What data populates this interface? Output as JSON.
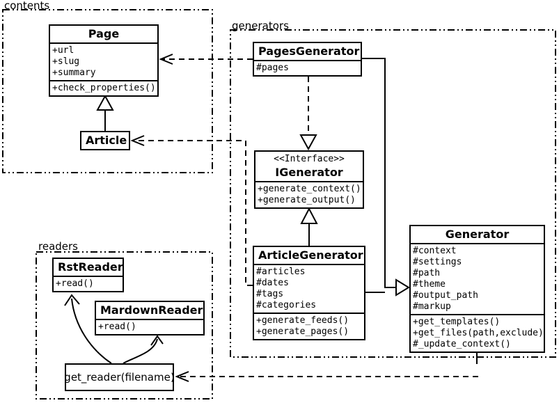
{
  "diagram_type": "uml-class-diagram",
  "colors": {
    "line": "#000000",
    "background": "#ffffff"
  },
  "packages": {
    "contents": {
      "label": "contents"
    },
    "generators": {
      "label": "generators"
    },
    "readers": {
      "label": "readers"
    }
  },
  "classes": {
    "page": {
      "title": "Page",
      "attributes": [
        "+url",
        "+slug",
        "+summary"
      ],
      "methods": [
        "+check_properties()"
      ]
    },
    "article": {
      "title": "Article"
    },
    "pages_generator": {
      "title": "PagesGenerator",
      "attributes": [
        "#pages"
      ]
    },
    "igenerator": {
      "stereotype": "<<Interface>>",
      "title": "IGenerator",
      "methods": [
        "+generate_context()",
        "+generate_output()"
      ]
    },
    "article_generator": {
      "title": "ArticleGenerator",
      "attributes": [
        "#articles",
        "#dates",
        "#tags",
        "#categories"
      ],
      "methods": [
        "+generate_feeds()",
        "+generate_pages()"
      ]
    },
    "generator": {
      "title": "Generator",
      "attributes": [
        "#context",
        "#settings",
        "#path",
        "#theme",
        "#output_path",
        "#markup"
      ],
      "methods": [
        "+get_templates()",
        "+get_files(path,exclude)",
        "#_update_context()"
      ]
    },
    "rst_reader": {
      "title": "RstReader",
      "methods": [
        "+read()"
      ]
    },
    "mardown_reader": {
      "title": "MardownReader",
      "methods": [
        "+read()"
      ]
    },
    "get_reader": {
      "label": "get_reader(filename)"
    }
  },
  "relations": [
    "Article --|> Page",
    "PagesGenerator ..|> IGenerator",
    "ArticleGenerator --|> IGenerator",
    "PagesGenerator --|> Generator",
    "ArticleGenerator --|> Generator",
    "PagesGenerator ..> Page",
    "ArticleGenerator ..> Article",
    "Generator ..> get_reader(filename)",
    "get_reader -> RstReader",
    "get_reader -> MardownReader"
  ]
}
